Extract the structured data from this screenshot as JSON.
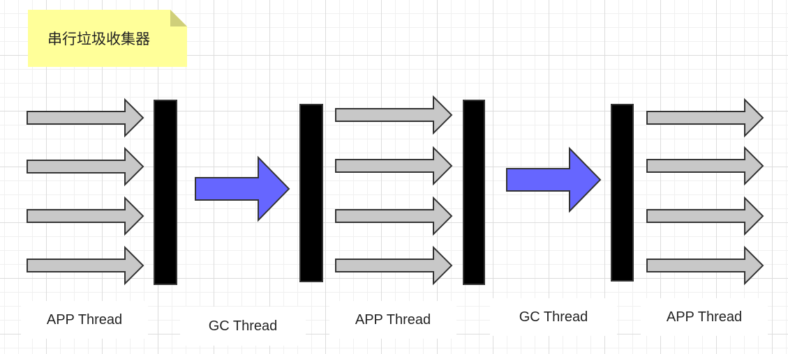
{
  "note": {
    "title": "串行垃圾收集器"
  },
  "phases": [
    {
      "type": "app",
      "label": "APP Thread",
      "arrow_count": 4
    },
    {
      "type": "gc",
      "label": "GC Thread"
    },
    {
      "type": "app",
      "label": "APP Thread",
      "arrow_count": 4
    },
    {
      "type": "gc",
      "label": "GC Thread"
    },
    {
      "type": "app",
      "label": "APP Thread",
      "arrow_count": 4
    }
  ],
  "barrier_count": 4,
  "colors": {
    "app_arrow_fill": "#c8c8c8",
    "app_arrow_stroke": "#333333",
    "gc_arrow_fill": "#6666ff",
    "gc_arrow_stroke": "#333333",
    "barrier": "#000000",
    "note_background": "#ffff99"
  }
}
